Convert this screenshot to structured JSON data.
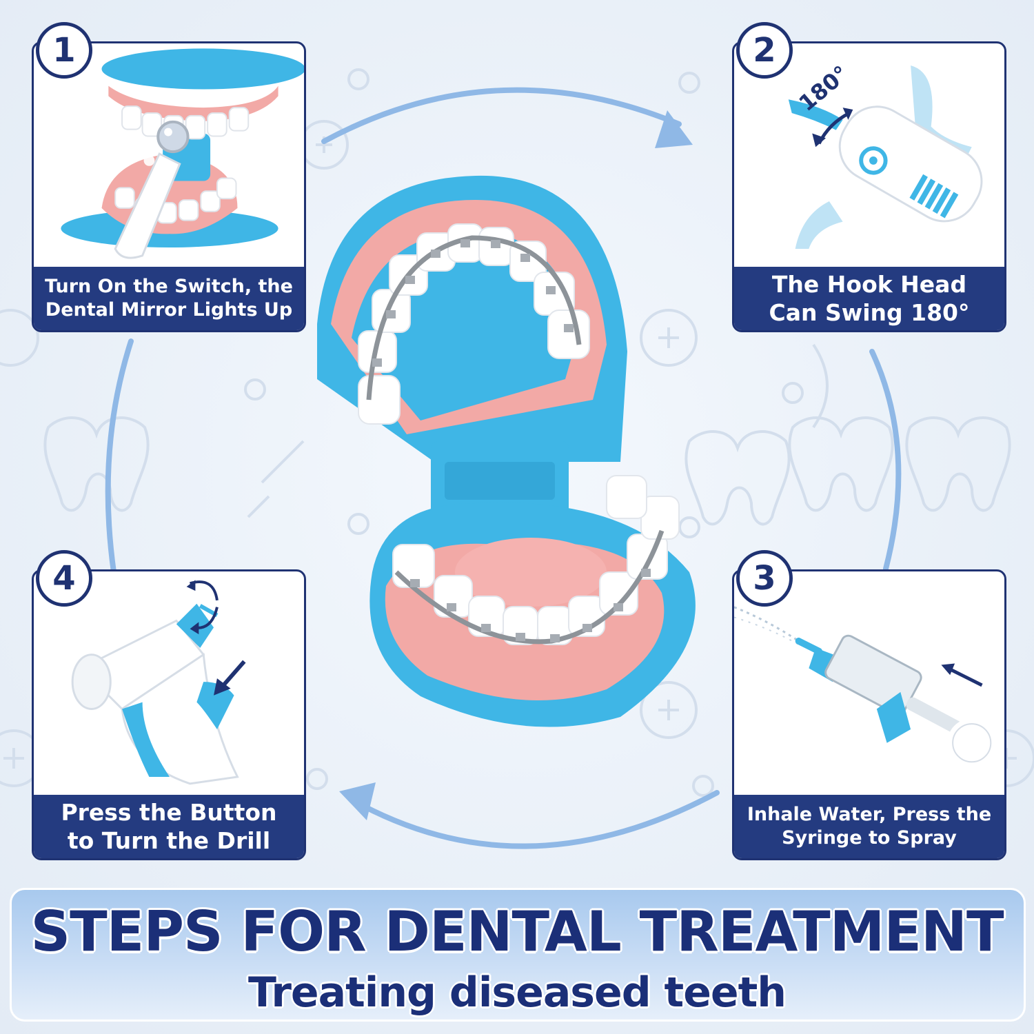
{
  "steps": [
    {
      "number": "1",
      "line1": "Turn On the Switch, the",
      "line2": "Dental Mirror Lights Up",
      "icon": "dental-mirror-icon"
    },
    {
      "number": "2",
      "line1": "The Hook Head",
      "line2": "Can Swing 180°",
      "icon": "dental-hook-icon",
      "angle_label": "180°"
    },
    {
      "number": "3",
      "line1": "Inhale Water, Press the",
      "line2": "Syringe to Spray",
      "icon": "syringe-icon"
    },
    {
      "number": "4",
      "line1": "Press the Button",
      "line2": "to Turn the Drill",
      "icon": "dental-drill-icon"
    }
  ],
  "banner": {
    "title": "STEPS FOR DENTAL TREATMENT",
    "subtitle": "Treating diseased teeth"
  },
  "colors": {
    "navy": "#1f3272",
    "caption_bg": "#243b80",
    "toy_blue": "#3fb6e6",
    "gum_pink": "#f2a9a6",
    "arrow_blue": "#8fb8e6"
  }
}
